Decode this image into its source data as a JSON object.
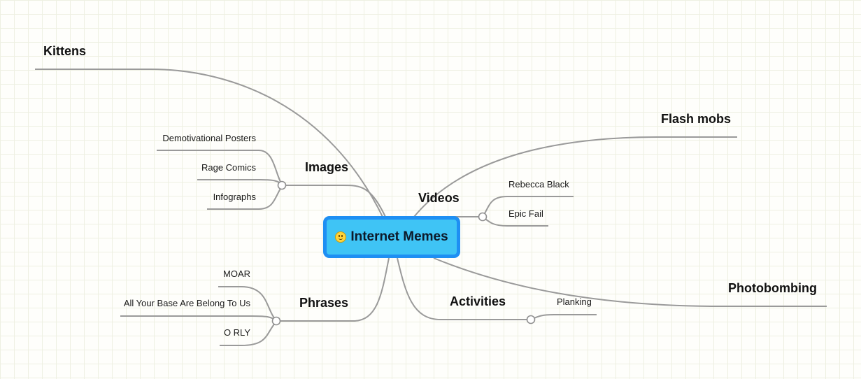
{
  "central": {
    "label": "Internet Memes",
    "icon": "smiley-face-icon"
  },
  "topics": {
    "kittens": "Kittens",
    "images": "Images",
    "flash_mobs": "Flash mobs",
    "videos": "Videos",
    "photobombing": "Photobombing",
    "phrases": "Phrases",
    "activities": "Activities"
  },
  "subtopics": {
    "images": [
      "Demotivational Posters",
      "Rage Comics",
      "Infographs"
    ],
    "videos": [
      "Rebecca Black",
      "Epic Fail"
    ],
    "phrases": [
      "MOAR",
      "All Your Base Are Belong To Us",
      "O RLY"
    ],
    "activities": [
      "Planking"
    ]
  },
  "colors": {
    "central_fill": "#3fc4f5",
    "central_border": "#1e8ff3",
    "connector": "#9a9a9a",
    "grid": "#eef0e2"
  }
}
